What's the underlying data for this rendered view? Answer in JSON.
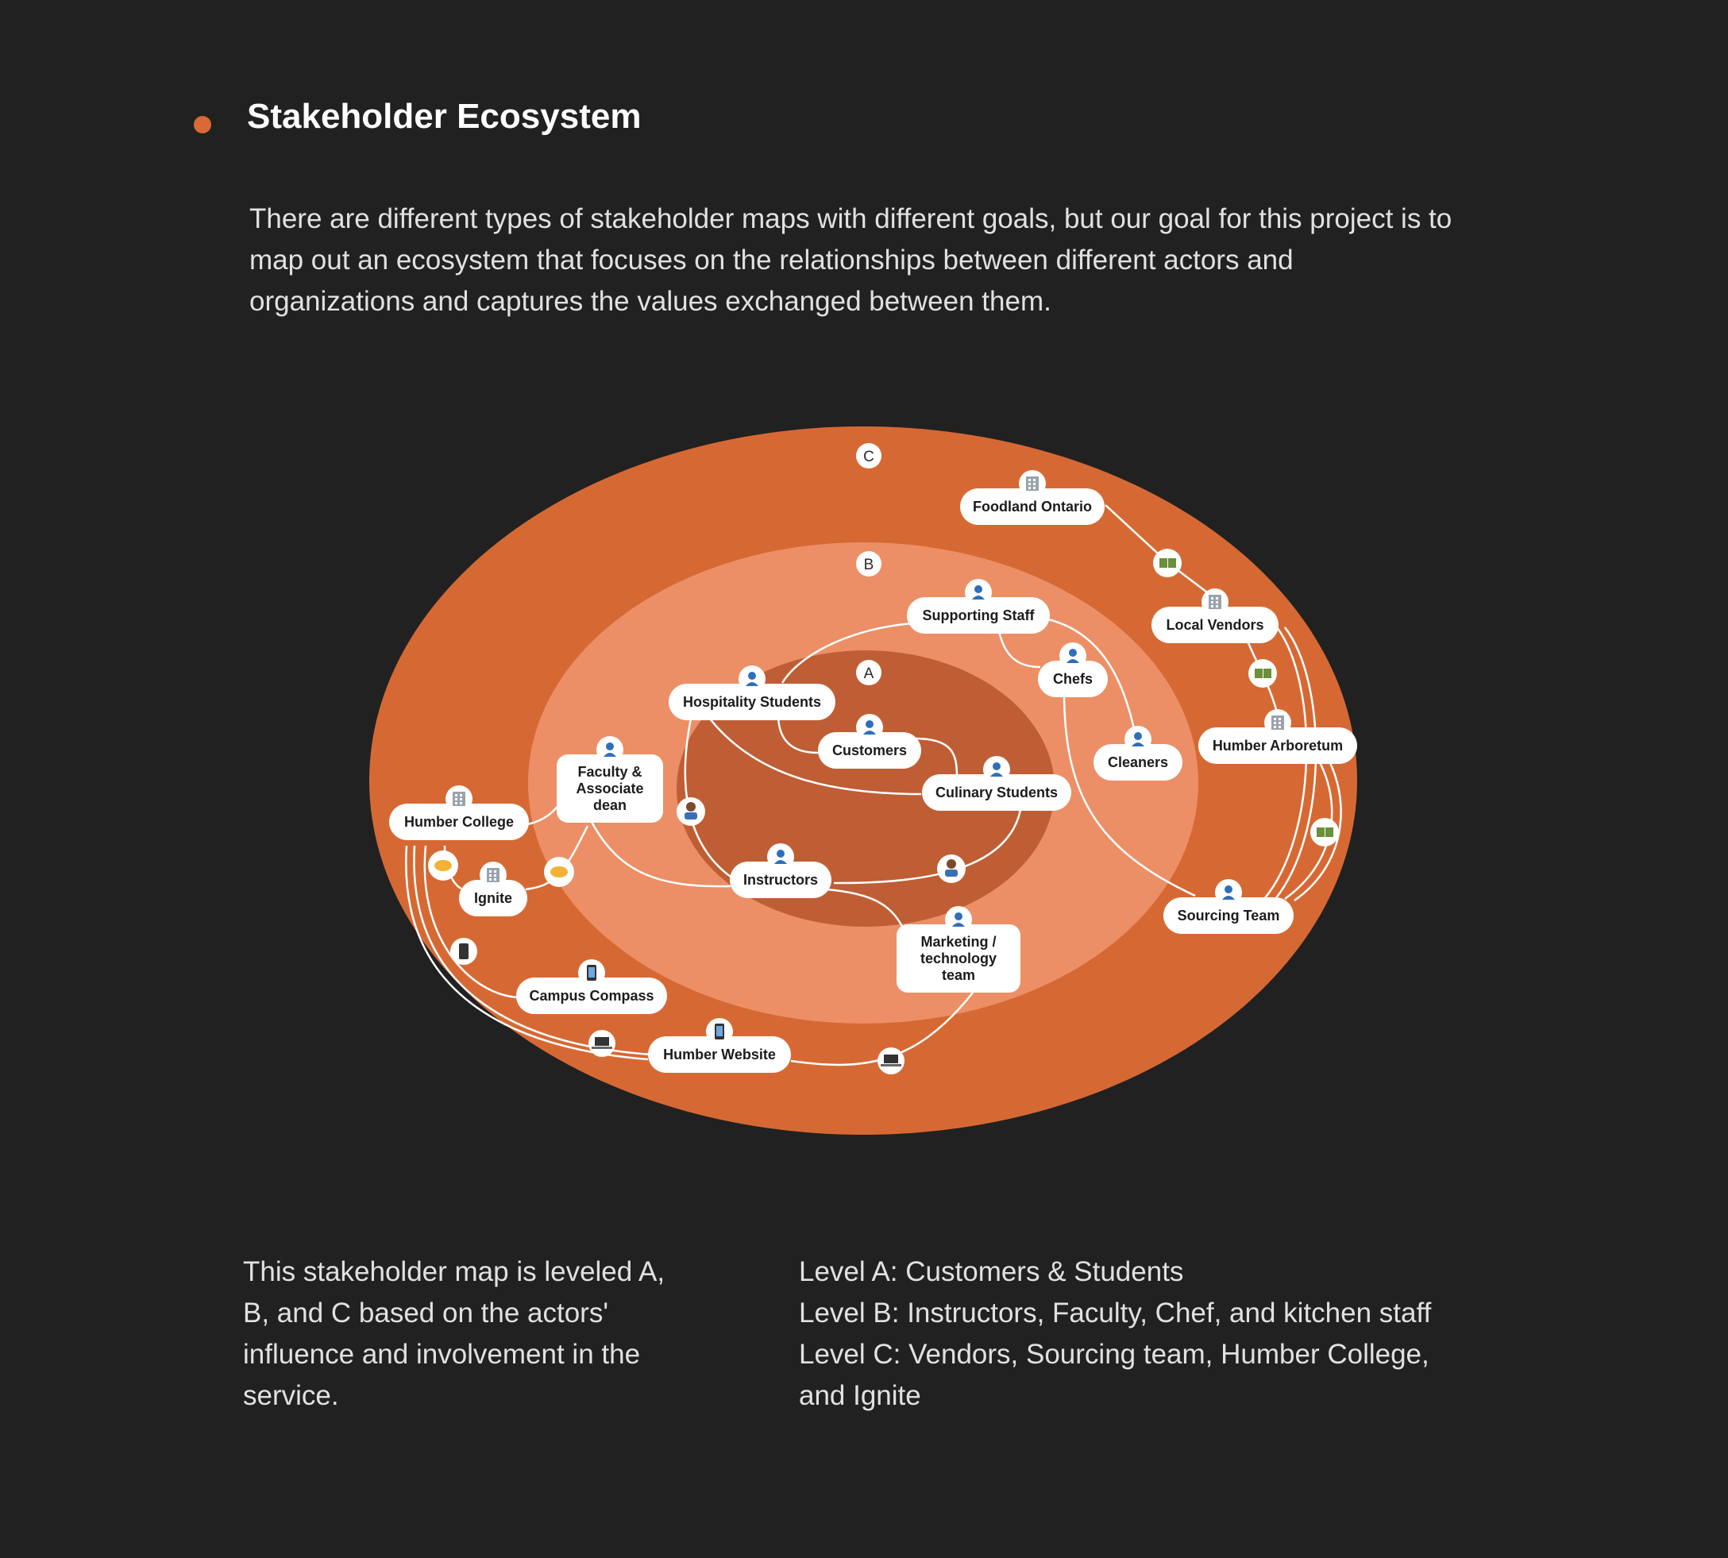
{
  "section": {
    "title": "Stakeholder Ecosystem",
    "intro": "There are different types of stakeholder maps with different goals, but our goal for this project is to map out an ecosystem that focuses on the relationships between different actors and organizations and captures the values exchanged between them."
  },
  "diagram": {
    "colors": {
      "outer": "#d66933",
      "middle": "#ec8f66",
      "inner": "#bf5e34",
      "node": "#ffffff",
      "edge": "#ffffff"
    },
    "levels": [
      "A",
      "B",
      "C"
    ],
    "nodes": {
      "foodland": "Foodland Ontario",
      "supporting_staff": "Supporting Staff",
      "local_vendors": "Local Vendors",
      "chefs": "Chefs",
      "hospitality_students": "Hospitality Students",
      "customers": "Customers",
      "humber_arboretum": "Humber Arboretum",
      "cleaners": "Cleaners",
      "faculty_line1": "Faculty &",
      "faculty_line2": "Associate",
      "faculty_line3": "dean",
      "culinary_students": "Culinary Students",
      "humber_college": "Humber College",
      "instructors": "Instructors",
      "ignite": "Ignite",
      "sourcing_team": "Sourcing Team",
      "marketing_line1": "Marketing /",
      "marketing_line2": "technology",
      "marketing_line3": "team",
      "campus_compass": "Campus Compass",
      "humber_website": "Humber Website"
    },
    "icons": {
      "person": "person-icon",
      "building": "building-icon",
      "money": "money-icon",
      "handshake": "handshake-icon",
      "phone": "phone-icon",
      "laptop": "laptop-icon",
      "teacher": "teacher-icon"
    }
  },
  "summary": {
    "description": "This stakeholder map is leveled A, B, and C based on the actors' influence and involvement in the service.",
    "levels": [
      "Level A: Customers & Students",
      "Level B: Instructors, Faculty, Chef, and kitchen staff",
      "Level C: Vendors, Sourcing team, Humber College,",
      "and Ignite"
    ]
  }
}
